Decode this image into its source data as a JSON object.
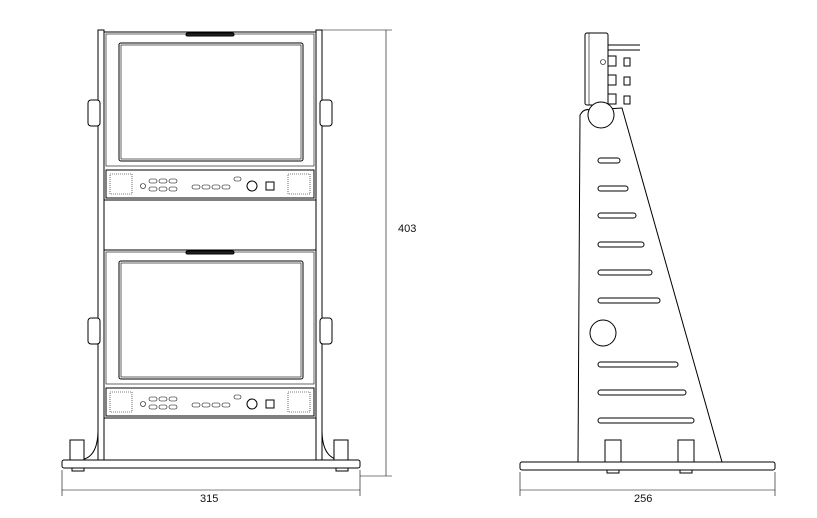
{
  "drawing": {
    "front_view": {
      "width_dimension": "315",
      "height_dimension": "403"
    },
    "side_view": {
      "depth_dimension": "256"
    },
    "line_color": "#000000",
    "background": "#ffffff"
  }
}
